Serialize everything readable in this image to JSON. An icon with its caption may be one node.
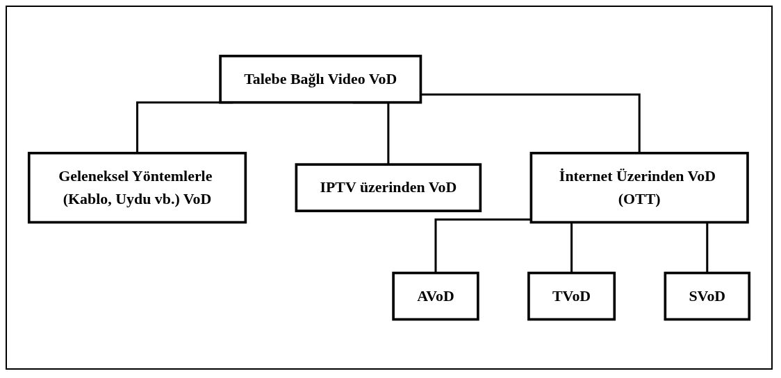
{
  "diagram": {
    "nodes": [
      {
        "text": [
          "Talebe Bağlı Video VoD"
        ]
      },
      {
        "text": [
          "Geleneksel Yöntemlerle (Kablo, Uydu vb.) VoD"
        ]
      },
      {
        "text": [
          "IPTV üzerinden VoD"
        ]
      },
      {
        "text": [
          "İnternet Üzerinden VoD (OTT)"
        ]
      },
      {
        "text": [
          "AVoD"
        ]
      },
      {
        "text": [
          "TVoD"
        ]
      },
      {
        "text": [
          "SVoD"
        ]
      }
    ],
    "edges": [
      {
        "from": 0,
        "to": 1,
        "arrow": "none"
      },
      {
        "from": 0,
        "to": 2,
        "arrow": "none"
      },
      {
        "from": 0,
        "to": 3,
        "arrow": "none"
      },
      {
        "from": 3,
        "to": 4,
        "arrow": "none"
      },
      {
        "from": 3,
        "to": 5,
        "arrow": "none"
      },
      {
        "from": 3,
        "to": 6,
        "arrow": "none"
      }
    ]
  }
}
